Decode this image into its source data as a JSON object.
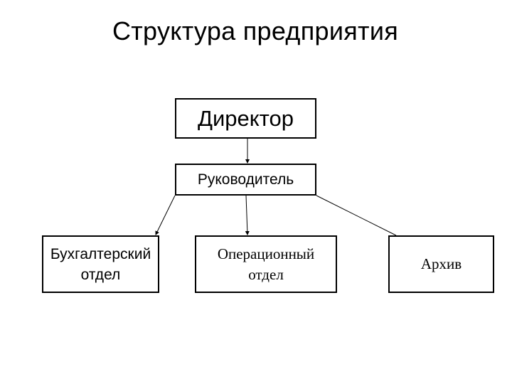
{
  "title": "Структура предприятия",
  "nodes": {
    "director": {
      "label": "Директор"
    },
    "manager": {
      "label": "Руководитель"
    },
    "accounting": {
      "label": "Бухгалтерский отдел"
    },
    "operations": {
      "label": "Операционный отдел"
    },
    "archive": {
      "label": "Архив"
    }
  },
  "edges": [
    {
      "from": "director",
      "to": "manager",
      "arrow": true
    },
    {
      "from": "manager",
      "to": "accounting",
      "arrow": true
    },
    {
      "from": "manager",
      "to": "operations",
      "arrow": true
    },
    {
      "from": "manager",
      "to": "archive",
      "arrow": false
    }
  ],
  "colors": {
    "line": "#000000",
    "box_border": "#000000",
    "box_fill": "#ffffff",
    "text": "#000000"
  }
}
